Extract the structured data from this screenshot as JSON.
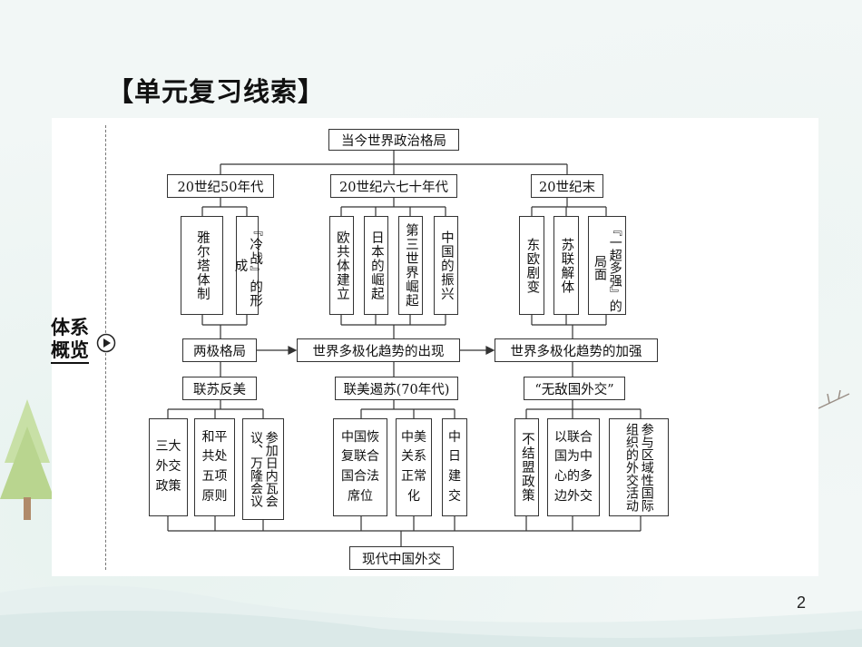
{
  "heading": "【单元复习线索】",
  "side_label": {
    "line1": "体系",
    "line2": "概览"
  },
  "page_number": "2",
  "diagram": {
    "root": "当今世界政治格局",
    "eras": [
      "20世纪50年代",
      "20世纪六七十年代",
      "20世纪末"
    ],
    "era1_items": [
      "雅尔塔体制",
      "『冷战』的形成"
    ],
    "era2_items": [
      "欧共体建立",
      "日本的崛起",
      "第三世界崛起",
      "中国的振兴"
    ],
    "era3_items": [
      "东欧剧变",
      "苏联解体",
      "『一超多强』的局面"
    ],
    "stages": [
      "两极格局",
      "世界多极化趋势的出现",
      "世界多极化趋势的加强"
    ],
    "policies": [
      "联苏反美",
      "联美遏苏(70年代)",
      "“无敌国外交”"
    ],
    "policy1_items": [
      "三大\n外交\n政策",
      "和平\n共处\n五项\n原则",
      "参加日内瓦会议、万隆会议"
    ],
    "policy2_items": [
      "中国恢\n复联合\n国合法\n席位",
      "中美\n关系\n正常\n化",
      "中\n日\n建\n交"
    ],
    "policy3_items": [
      "不结盟政策",
      "以联合\n国为中\n心的多\n边外交",
      "参与区域性国际组织的外交活动"
    ],
    "bottom": "现代中国外交"
  }
}
